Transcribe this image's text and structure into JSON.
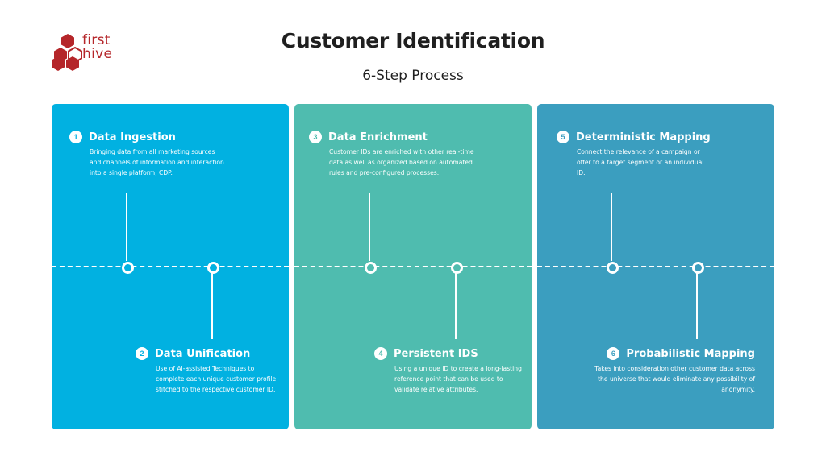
{
  "brand": {
    "line1": "first",
    "line2": "hive",
    "color": "#b5262a"
  },
  "title": "Customer Identification",
  "subtitle": "6-Step Process",
  "colors": {
    "panel1": "#01b1e1",
    "panel2": "#4fbcaf",
    "panel3": "#3b9ebf"
  },
  "steps": [
    {
      "num": "1",
      "title": "Data Ingestion",
      "desc": "Bringing data from all marketing sources and channels of information and interaction into a single platform, CDP."
    },
    {
      "num": "2",
      "title": "Data Unification",
      "desc": "Use of AI-assisted Techniques to complete each unique customer profile stitched to the respective customer ID."
    },
    {
      "num": "3",
      "title": "Data Enrichment",
      "desc": "Customer IDs are enriched with other real-time data as well as organized based on automated rules and pre-configured processes."
    },
    {
      "num": "4",
      "title": "Persistent IDS",
      "desc": "Using a unique ID to create a long-lasting reference point that can be used to validate relative attributes."
    },
    {
      "num": "5",
      "title": "Deterministic Mapping",
      "desc": "Connect the relevance of a campaign or offer to a target segment or an individual ID."
    },
    {
      "num": "6",
      "title": "Probabilistic Mapping",
      "desc": "Takes into consideration other customer data across the universe that would eliminate any possibility of anonymity."
    }
  ]
}
